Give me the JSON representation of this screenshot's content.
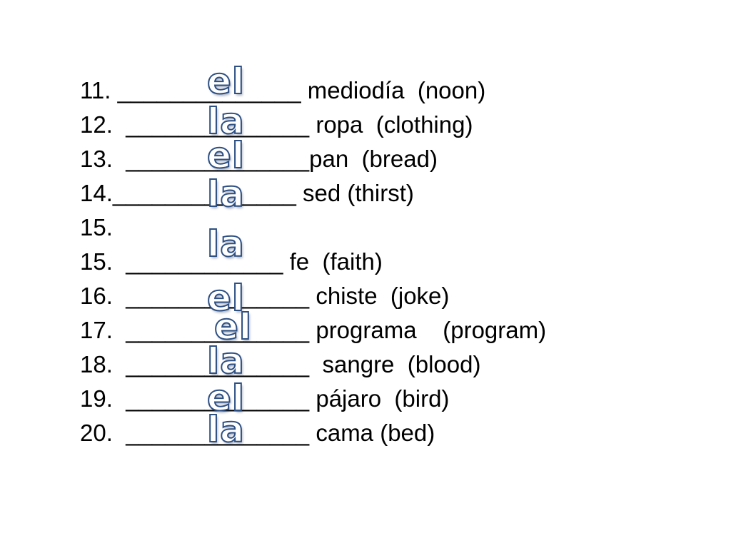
{
  "items": [
    {
      "number": "11.",
      "blank": "______________",
      "text": "mediodía  (noon)",
      "answer": "el"
    },
    {
      "number": "12.",
      "blank": "______________",
      "text": "ropa  (clothing)",
      "answer": "la"
    },
    {
      "number": "13.",
      "blank": "______________",
      "text": "pan  (bread)",
      "answer": "el"
    },
    {
      "number": "14.",
      "blank": "______________",
      "text": "sed (thirst)",
      "answer": "la"
    },
    {
      "number": "15.",
      "blank": "",
      "text": "",
      "answer": ""
    },
    {
      "number": "15.",
      "blank": "____________",
      "text": "fe  (faith)",
      "answer": "la"
    },
    {
      "number": "16.",
      "blank": "______________",
      "text": "chiste  (joke)",
      "answer": "el"
    },
    {
      "number": "17.",
      "blank": "______________",
      "text": "programa    (program)",
      "answer": "el"
    },
    {
      "number": "18.",
      "blank": "______________",
      "text": " sangre  (blood)",
      "answer": "la"
    },
    {
      "number": "19.",
      "blank": "______________",
      "text": "pájaro  (bird)",
      "answer": "el"
    },
    {
      "number": "20.",
      "blank": "______________",
      "text": "cama (bed)",
      "answer": "la"
    }
  ],
  "style": {
    "answer_fill": "#ffffff",
    "answer_outline": "#2d4f82",
    "text_color": "#000000",
    "background": "#ffffff"
  }
}
